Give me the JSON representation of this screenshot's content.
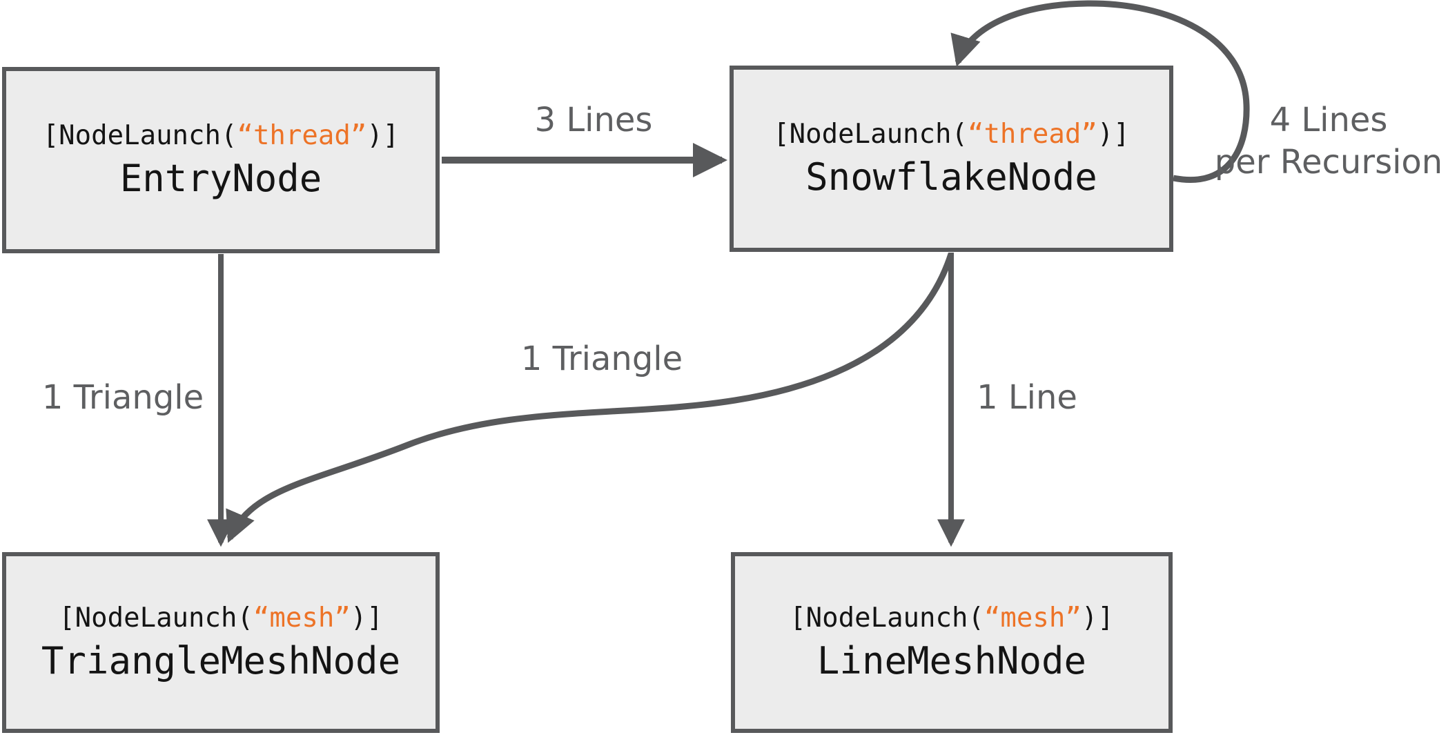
{
  "diagram": {
    "colors": {
      "node_fill": "#ececec",
      "node_border": "#58595b",
      "arrow": "#58595b",
      "edge_label": "#5e5f61",
      "code_text": "#141414",
      "string_literal": "#ed7327",
      "background": "#ffffff"
    },
    "nodes": [
      {
        "id": "EntryNode",
        "attribute_prefix": "[NodeLaunch(",
        "attribute_string": "“thread”",
        "attribute_suffix": ")]",
        "name": "EntryNode"
      },
      {
        "id": "SnowflakeNode",
        "attribute_prefix": "[NodeLaunch(",
        "attribute_string": "“thread”",
        "attribute_suffix": ")]",
        "name": "SnowflakeNode"
      },
      {
        "id": "TriangleMeshNode",
        "attribute_prefix": "[NodeLaunch(",
        "attribute_string": "“mesh”",
        "attribute_suffix": ")]",
        "name": "TriangleMeshNode"
      },
      {
        "id": "LineMeshNode",
        "attribute_prefix": "[NodeLaunch(",
        "attribute_string": "“mesh”",
        "attribute_suffix": ")]",
        "name": "LineMeshNode"
      }
    ],
    "edges": [
      {
        "from": "EntryNode",
        "to": "SnowflakeNode",
        "label": "3 Lines"
      },
      {
        "from": "SnowflakeNode",
        "to": "SnowflakeNode",
        "label": "4 Lines",
        "label_line2": "per Recursion"
      },
      {
        "from": "EntryNode",
        "to": "TriangleMeshNode",
        "label": "1 Triangle"
      },
      {
        "from": "SnowflakeNode",
        "to": "TriangleMeshNode",
        "label": "1 Triangle"
      },
      {
        "from": "SnowflakeNode",
        "to": "LineMeshNode",
        "label": "1 Line"
      }
    ]
  }
}
